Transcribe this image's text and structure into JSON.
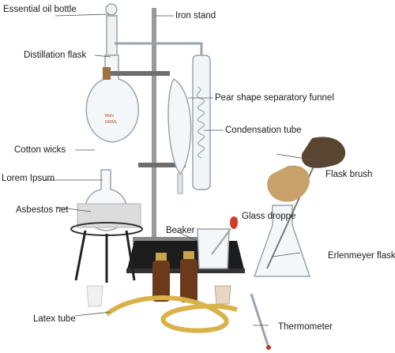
{
  "labels": {
    "essential_oil_bottle": "Essential oil bottle",
    "iron_stand": "Iron stand",
    "distillation_flask": "Distillation flask",
    "pear_funnel": "Pear shape separatory funnel",
    "condensation_tube": "Condensation tube",
    "cotton_wicks": "Cotton wicks",
    "flask_brush": "Flask brush",
    "lorem_ipsum": "Lorem Ipsum",
    "asbestos_net": "Asbestos net",
    "glass_dropper": "Glass droppe",
    "beaker": "Beaker",
    "erlenmeyer_flask": "Erlenmeyer flask",
    "latex_tube": "Latex tube",
    "thermometer": "Thermometer"
  },
  "flask_markings": {
    "brand": "Mahi",
    "volume": "500ML"
  },
  "colors": {
    "leader_line": "#555555",
    "glass": "#9aa4ad",
    "iron": "#8a8a8a",
    "latex": "#d9b24a",
    "amber": "#6b3a1a",
    "brush": "#c9a26b",
    "tray": "#1c1c1c"
  }
}
